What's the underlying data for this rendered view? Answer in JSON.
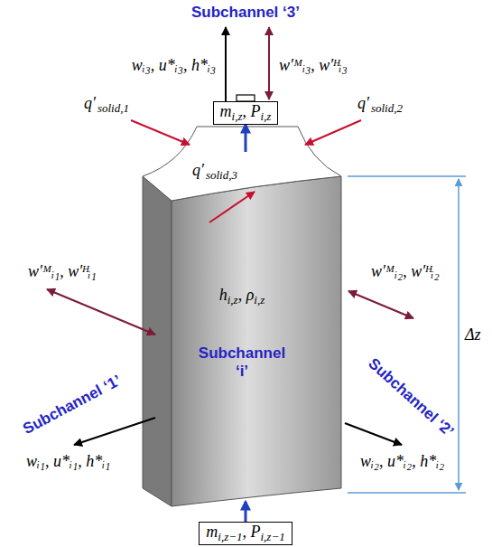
{
  "diagram": {
    "nodes": [
      {
        "text": [
          "m",
          "i,z",
          ", P",
          "i,z"
        ]
      },
      {
        "text": [
          "h",
          "i,z",
          ", ρ",
          "i,z",
          "Subchannel ‘i’"
        ]
      },
      {
        "text": [
          "m",
          "i,z−1",
          ", P",
          "i,z−1"
        ]
      }
    ],
    "edges": [
      {
        "from": 2,
        "to": 1,
        "arrow": "to"
      },
      {
        "from": 1,
        "to": 0,
        "arrow": "to"
      }
    ],
    "labels": [
      "Subchannel ‘3’",
      "wᵢ₃, u*ᵢ₃, h*ᵢ₃",
      "w′ᴹᵢ₃, w′ᴴᵢ₃",
      "q′",
      "solid,1",
      "q′",
      "solid,2",
      "q′",
      "solid,3",
      "w′ᴹᵢ₁, w′ᴴᵢ₁",
      "Subchannel ‘1’",
      "wᵢ₁, u*ᵢ₁, h*ᵢ₁",
      "w′ᴹᵢ₂, w′ᴴᵢ₂",
      "Subchannel ‘2’",
      "wᵢ₂, u*ᵢ₂, h*ᵢ₂",
      "Δz"
    ]
  }
}
